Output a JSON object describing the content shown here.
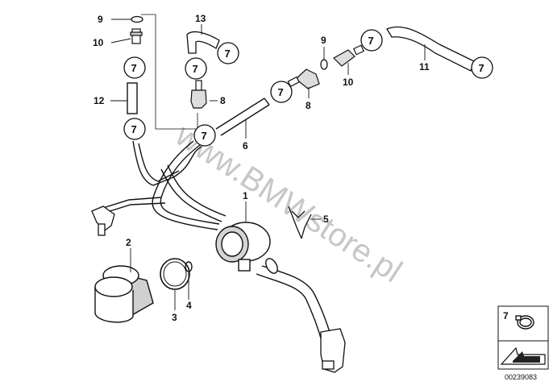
{
  "diagram": {
    "watermark": "www.BMWstore.pl",
    "part_code": "00239083",
    "callouts": {
      "c1": "1",
      "c2": "2",
      "c3": "3",
      "c4": "4",
      "c5": "5",
      "c6": "6",
      "c8a": "8",
      "c8b": "8",
      "c9a": "9",
      "c9b": "9",
      "c10a": "10",
      "c10b": "10",
      "c11": "11",
      "c12": "12",
      "c13": "13"
    },
    "ref_circles": [
      "7",
      "7",
      "7",
      "7",
      "7",
      "7",
      "7",
      "7"
    ],
    "legend_label": "7",
    "colors": {
      "line": "#111111",
      "fill": "#ffffff",
      "shade": "#c8c8c8",
      "legend_bg": "#f4f4f4"
    }
  }
}
